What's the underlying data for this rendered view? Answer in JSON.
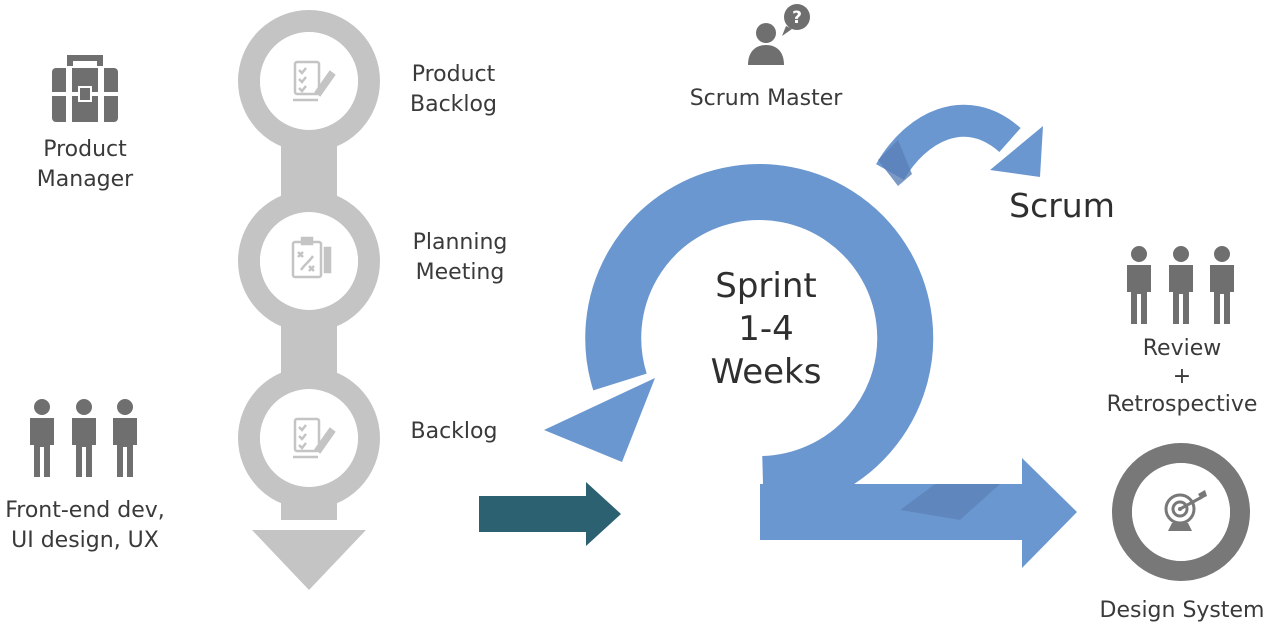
{
  "roles": {
    "product_manager": [
      "Product",
      "Manager"
    ],
    "team": [
      "Front-end dev,",
      "UI design, UX"
    ],
    "scrum_master": "Scrum Master",
    "review": [
      "Review",
      "+",
      "Retrospective"
    ],
    "design_system": "Design System"
  },
  "steps": {
    "product_backlog": [
      "Product",
      "Backlog"
    ],
    "planning_meeting": [
      "Planning",
      "Meeting"
    ],
    "backlog": "Backlog"
  },
  "cycle": {
    "label": "Scrum",
    "sprint": [
      "Sprint",
      "1-4",
      "Weeks"
    ]
  },
  "colors": {
    "loop_blue": "#6b97d0",
    "loop_shadow": "#5a80b6",
    "input_arrow": "#2b6170",
    "step_gray": "#c4c4c4",
    "icon_gray": "#6f6f6f",
    "target_ring": "#787878"
  }
}
